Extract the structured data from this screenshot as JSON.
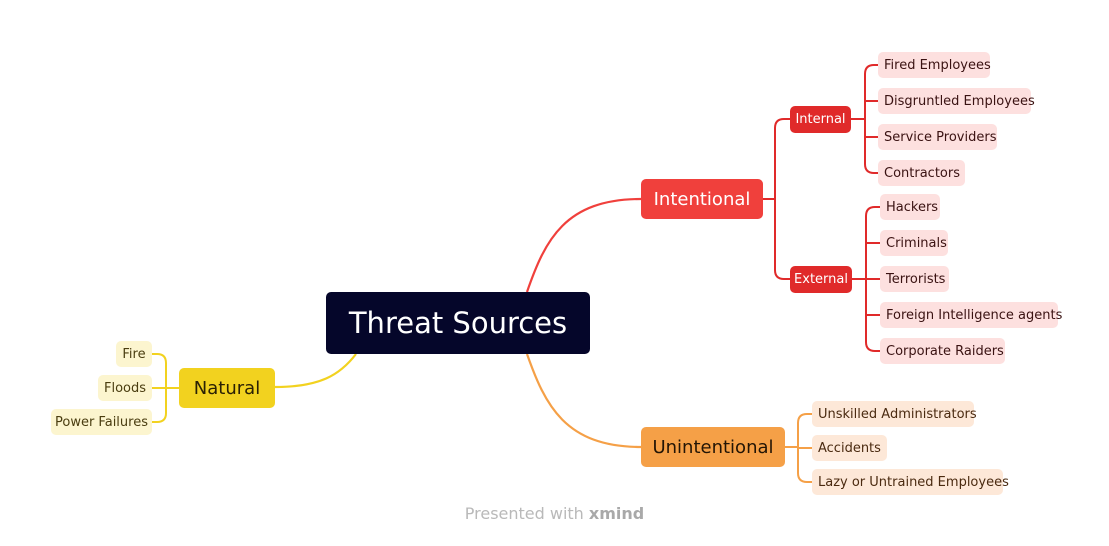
{
  "root": {
    "label": "Threat Sources"
  },
  "intentional": {
    "label": "Intentional",
    "internal": {
      "label": "Internal",
      "items": [
        "Fired Employees",
        "Disgruntled Employees",
        "Service Providers",
        "Contractors"
      ]
    },
    "external": {
      "label": "External",
      "items": [
        "Hackers",
        "Criminals",
        "Terrorists",
        "Foreign Intelligence agents",
        "Corporate Raiders"
      ]
    }
  },
  "unintentional": {
    "label": "Unintentional",
    "items": [
      "Unskilled Administrators",
      "Accidents",
      "Lazy or Untrained Employees"
    ]
  },
  "natural": {
    "label": "Natural",
    "items": [
      "Fire",
      "Floods",
      "Power Failures"
    ]
  },
  "footer": {
    "prefix": "Presented with",
    "brand": "xmind"
  },
  "colors": {
    "root": "#05062a",
    "intentional": "#f0403c",
    "internal_external": "#e02a2a",
    "intentional_leaf": "#fde0df",
    "unintentional": "#f5a047",
    "unintentional_leaf": "#fde8d8",
    "natural": "#f2d21f",
    "natural_leaf": "#fcf5cf"
  }
}
